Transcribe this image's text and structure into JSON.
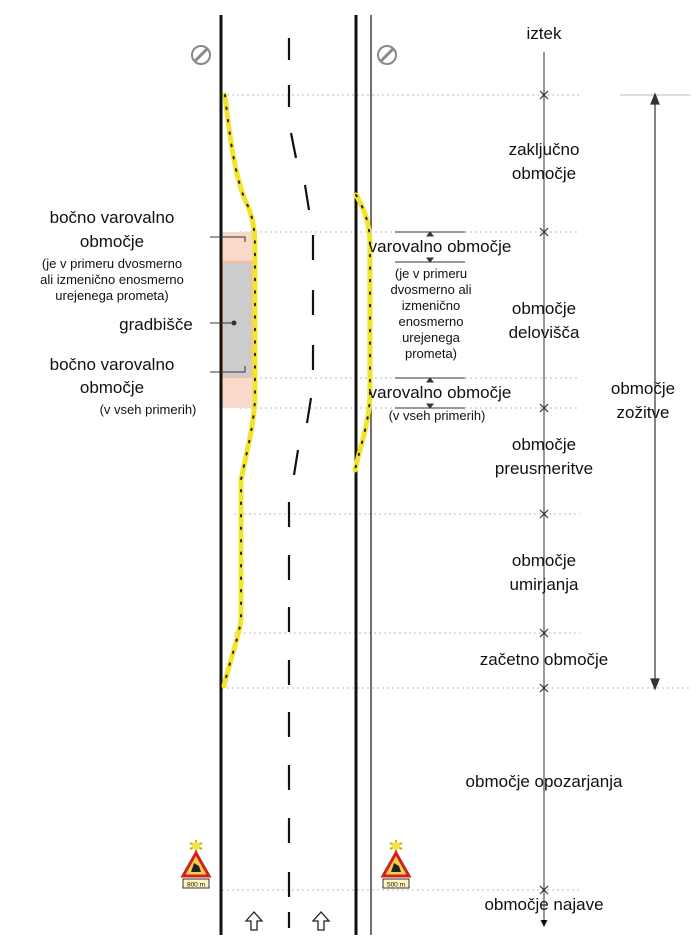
{
  "zones": {
    "iztek": "iztek",
    "zakljucno": [
      "zaključno",
      "območje"
    ],
    "delovisca": [
      "območje",
      "delovišča"
    ],
    "preusmeritve": [
      "območje",
      "preusmeritve"
    ],
    "umirjanja": [
      "območje",
      "umirjanja"
    ],
    "zacetno": "začetno območje",
    "opozarjanja": "območje opozarjanja",
    "najave": "območje najave",
    "zozitve": [
      "območje",
      "zožitve"
    ]
  },
  "left_labels": {
    "bocno_top": [
      "bočno varovalno",
      "območje"
    ],
    "bocno_top_note": [
      "(je v primeru dvosmerno",
      "ali izmenično enosmerno",
      "urejenega prometa)"
    ],
    "gradbisce": "gradbišče",
    "bocno_bottom": [
      "bočno varovalno",
      "območje"
    ],
    "bocno_bottom_note": "(v vseh primerih)"
  },
  "center_labels": {
    "varovalno_top": "varovalno območje",
    "varovalno_top_note": [
      "(je v primeru",
      "dvosmerno ali",
      "izmenično",
      "enosmerno",
      "urejenega",
      "prometa)"
    ],
    "varovalno_bottom": "varovalno območje",
    "varovalno_bottom_note": "(v vseh primerih)"
  },
  "signs": {
    "left_distance": "800 m",
    "right_distance": "500 m"
  },
  "colors": {
    "cone_line": "#f2e32b",
    "work_zone": "#f9d9c9",
    "site": "#cccccc"
  }
}
